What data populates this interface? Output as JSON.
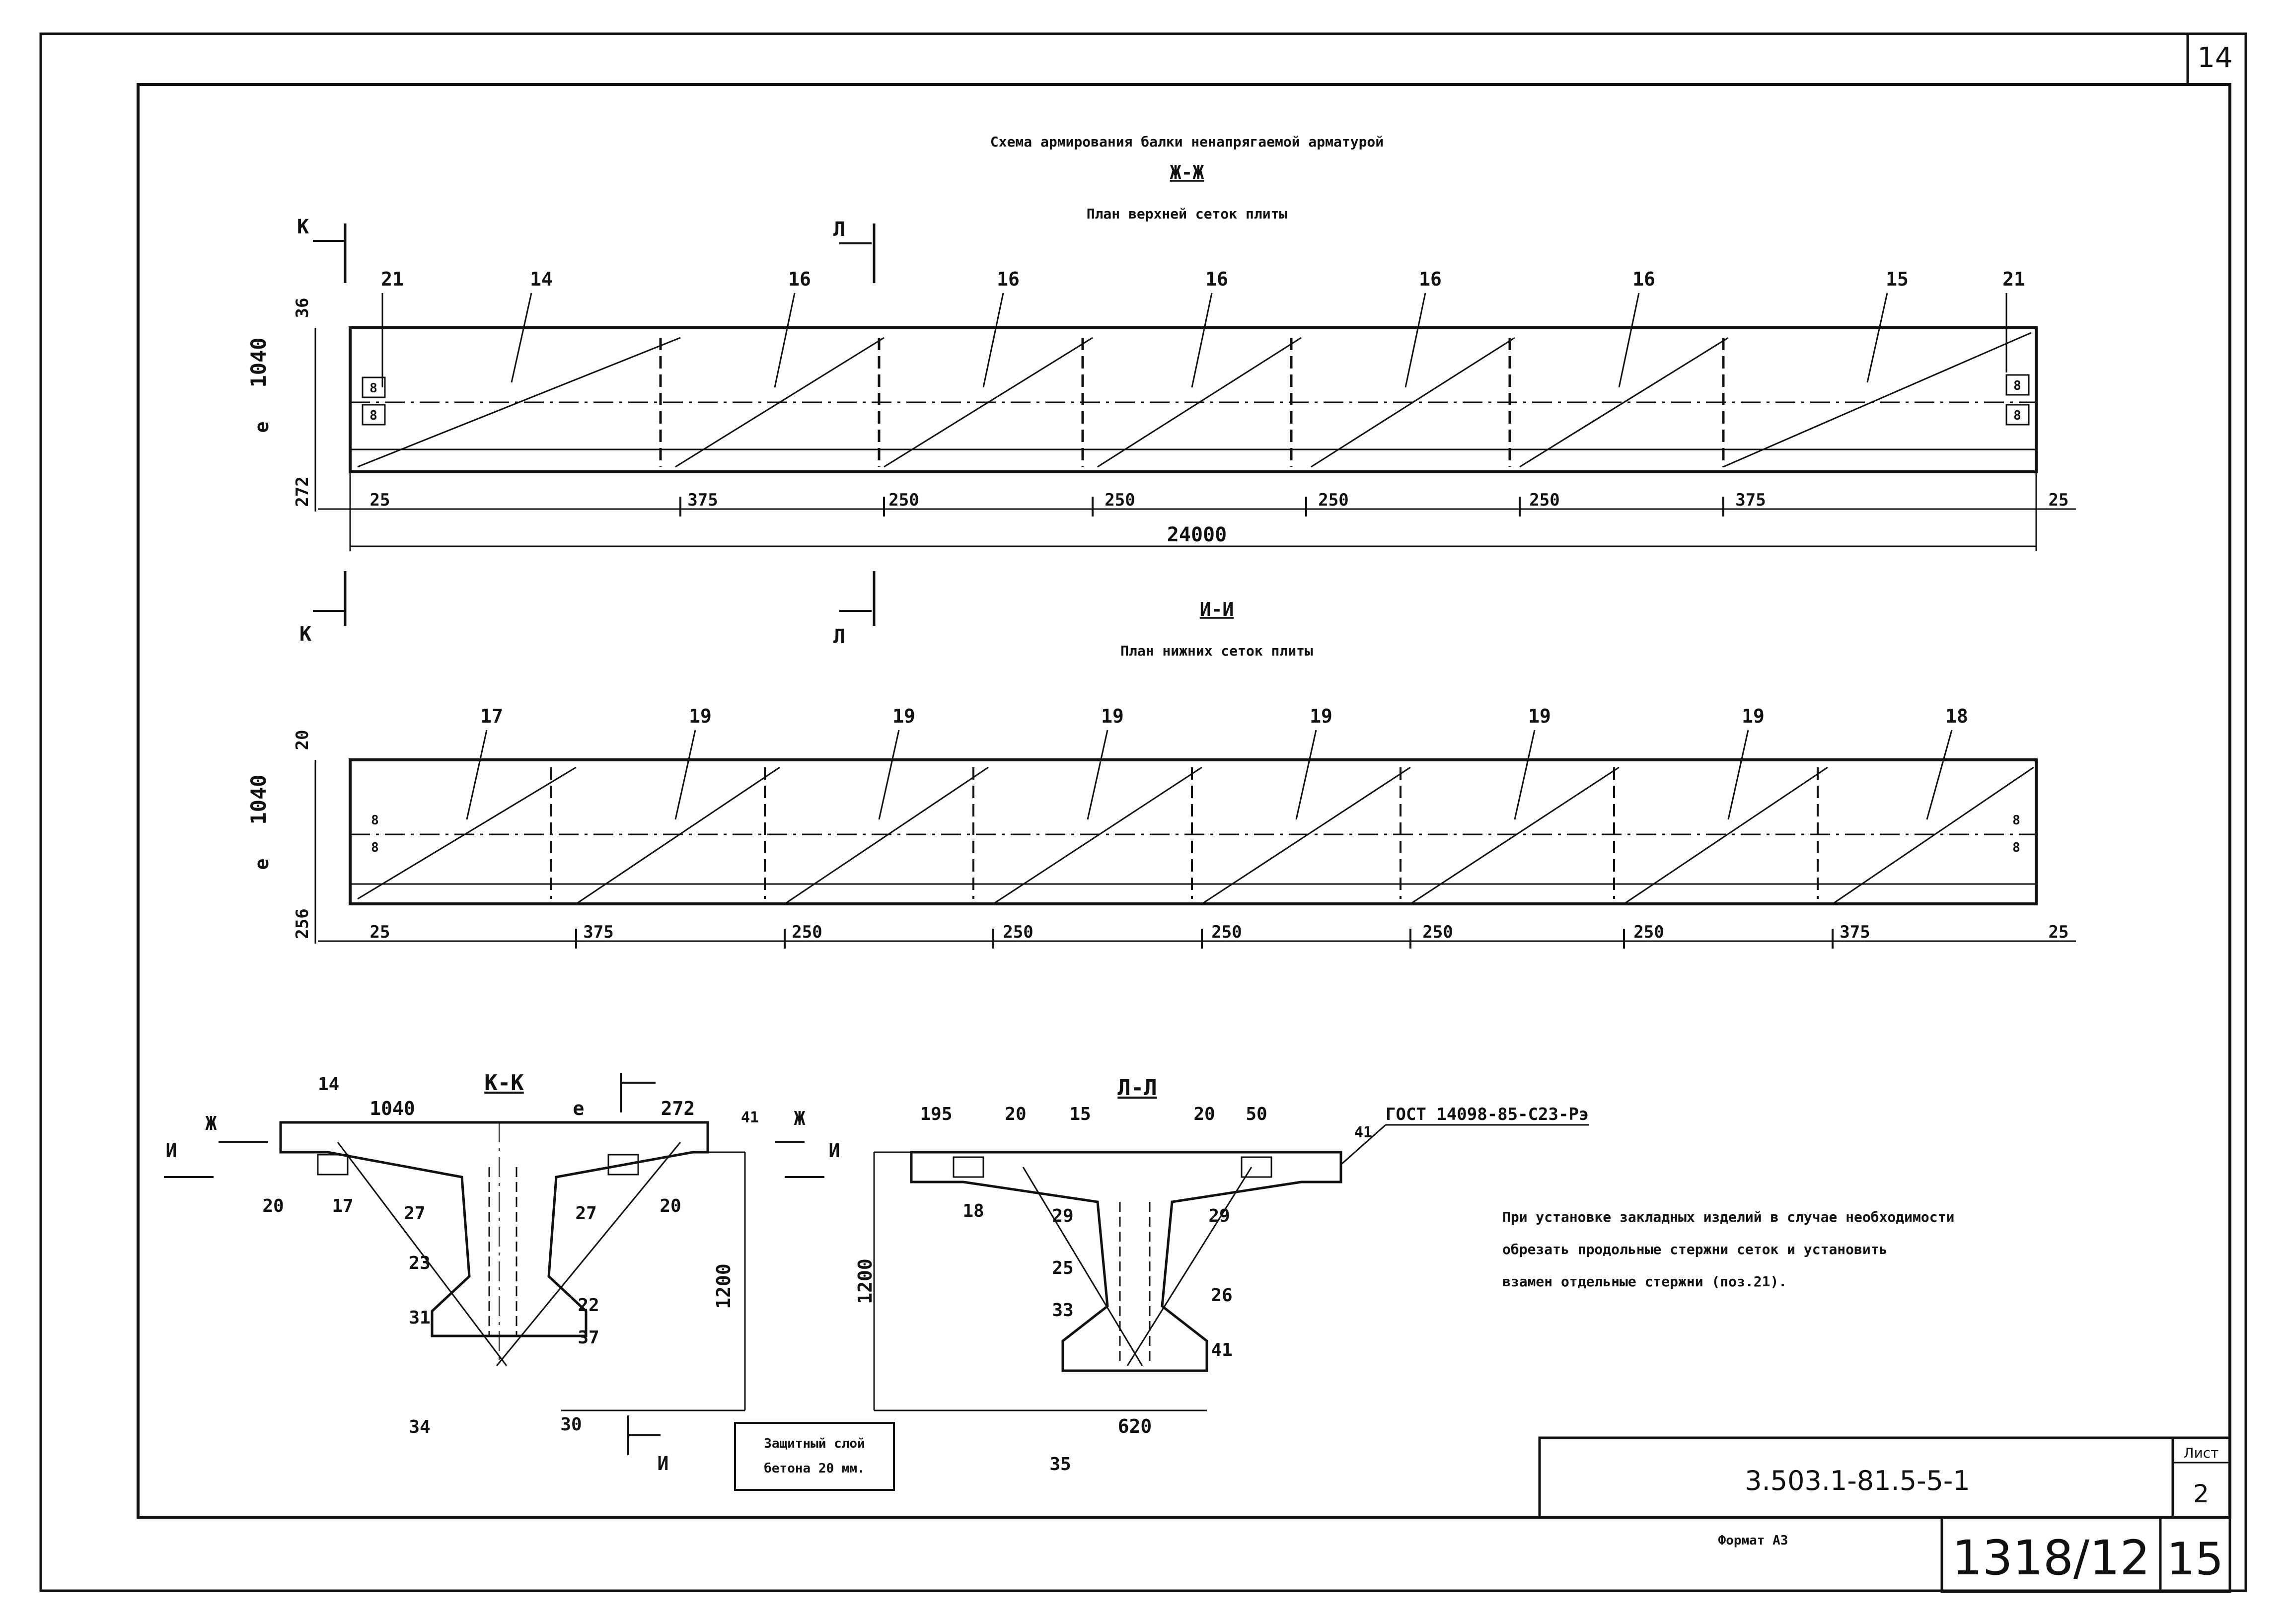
{
  "sheet": {
    "top_number": "14",
    "bottom_number": "15",
    "code": "3.503.1-81.5-5-1",
    "sheet_label": "Лист",
    "sheet_no": "2",
    "archive_no": "1318/12",
    "format": "Формат А3"
  },
  "header": {
    "title": "Схема армирования балки ненапрягаемой арматурой",
    "section1": "Ж-Ж",
    "section1_sub": "План верхней сеток плиты"
  },
  "plan1": {
    "markers": [
      "21",
      "14",
      "16",
      "16",
      "16",
      "16",
      "16",
      "15",
      "21"
    ],
    "dims_left": [
      "36",
      "1040",
      "е",
      "272"
    ],
    "dims_bottom": [
      "25",
      "375",
      "250",
      "250",
      "250",
      "250",
      "375",
      "25"
    ],
    "overall": "24000",
    "cut_k": "К",
    "cut_l": "Л",
    "small_labels": [
      "8",
      "8",
      "8",
      "8"
    ]
  },
  "plan2": {
    "section": "И-И",
    "sub": "План нижних сеток плиты",
    "markers": [
      "17",
      "19",
      "19",
      "19",
      "19",
      "19",
      "19",
      "18"
    ],
    "dims_left": [
      "20",
      "1040",
      "е",
      "256"
    ],
    "dims_bottom": [
      "25",
      "375",
      "250",
      "250",
      "250",
      "250",
      "250",
      "375",
      "25"
    ],
    "small_labels": [
      "8",
      "8",
      "8",
      "8"
    ]
  },
  "section_kk": {
    "title": "К-К",
    "labels": {
      "n14": "14",
      "d1040": "1040",
      "e": "е",
      "d272": "272",
      "n41": "41",
      "n20a": "20",
      "n17": "17",
      "n27a": "27",
      "n27b": "27",
      "n20b": "20",
      "n23": "23",
      "n22": "22",
      "n31": "31",
      "n37": "37",
      "n34": "34",
      "n30": "30",
      "d1200": "1200",
      "zh": "Ж",
      "i": "И",
      "i2": "И"
    }
  },
  "section_ll": {
    "title": "Л-Л",
    "labels": {
      "d195": "195",
      "n20a": "20",
      "n15": "15",
      "n20b": "20",
      "d50": "50",
      "n41": "41",
      "n18": "18",
      "n29a": "29",
      "n29b": "29",
      "n25": "25",
      "n26": "26",
      "n33": "33",
      "n41b": "41",
      "d620": "620",
      "n35": "35",
      "d1200": "1200",
      "zh": "Ж",
      "i": "И"
    },
    "gost": "ГОСТ 14098-85-С23-Рэ"
  },
  "notes": {
    "cover_line1": "Защитный слой",
    "cover_line2": "бетона 20 мм.",
    "note_line1": "При установке закладных изделий в случае необходимости",
    "note_line2": "обрезать продольные стержни сеток и установить",
    "note_line3": "взамен отдельные стержни (поз.21)."
  }
}
